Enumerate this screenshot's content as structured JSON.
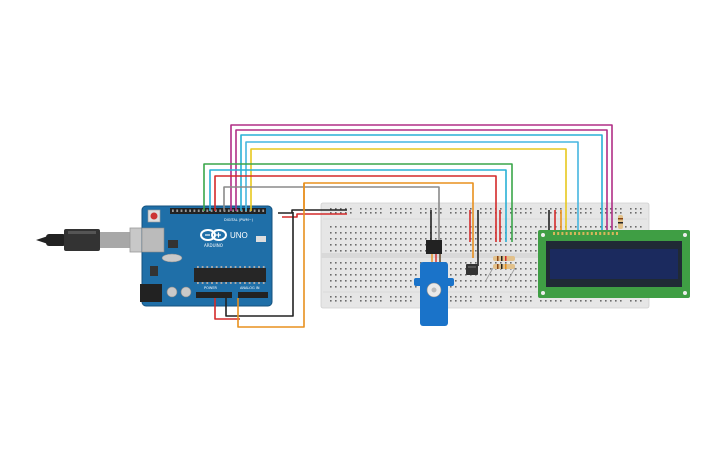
{
  "arduino": {
    "brand": "ARDUINO",
    "model": "UNO",
    "power_header": "POWER",
    "analog_header": "ANALOG IN",
    "digital_header": "DIGITAL (PWM~)"
  },
  "colors": {
    "arduino_board": "#1f6fa8",
    "breadboard": "#e6e6e6",
    "lcd_board": "#3f9e44",
    "lcd_screen": "#1b2a5e",
    "servo_body": "#1a73c9",
    "wire_red": "#d42a2a",
    "wire_black": "#222222",
    "wire_orange": "#e8901e",
    "wire_green": "#3aa64a",
    "wire_magenta": "#b02e86",
    "wire_cyan": "#28b0d6",
    "wire_yellow": "#e8c81e",
    "wire_gray": "#8a8a8a"
  }
}
